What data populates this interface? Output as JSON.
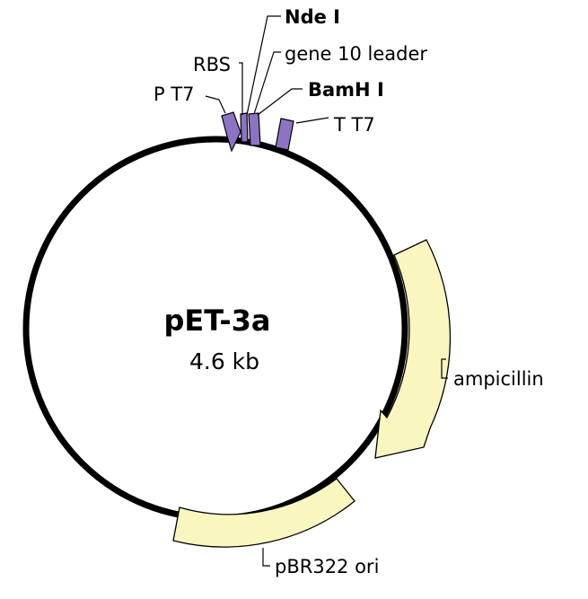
{
  "plasmid": {
    "name": "pET-3a",
    "size": "4.6 kb"
  },
  "features": {
    "p_t7": "P T7",
    "rbs": "RBS",
    "nde_i": "Nde I",
    "gene10_leader": "gene 10 leader",
    "bamh_i": "BamH I",
    "t_t7": "T T7",
    "ampicillin": "ampicillin",
    "pbr322_ori": "pBR322 ori"
  },
  "colors": {
    "backbone": "#000000",
    "marker_feature": "#f9f6c0",
    "promoter_feature": "#8c73c3"
  }
}
